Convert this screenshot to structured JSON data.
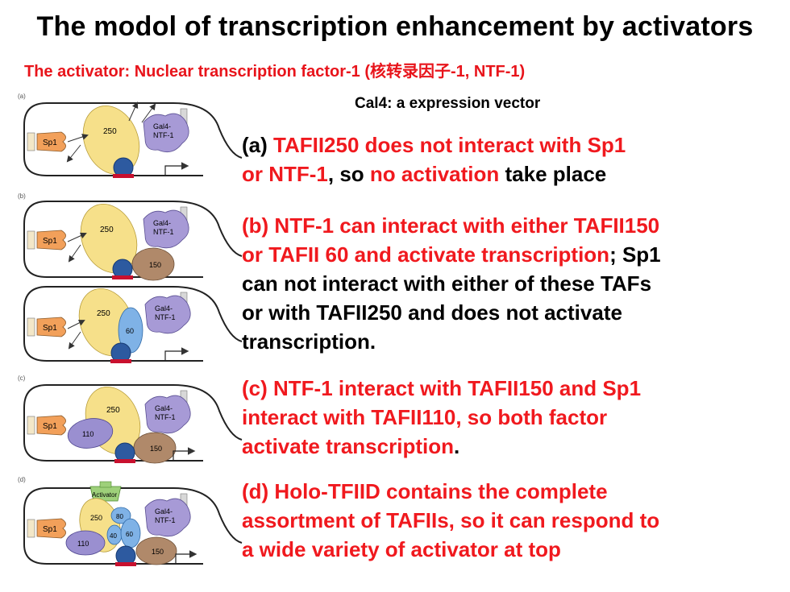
{
  "title": "The modol of transcription enhancement by activators",
  "subtitle": "The activator: Nuclear transcription factor-1 (核转录因子-1, NTF-1)",
  "caption": "Cal4: a expression vector",
  "blocks": {
    "a": {
      "l1": [
        "(a) ",
        "TAFII250 does not interact with Sp1"
      ],
      "l2": [
        "or NTF-1",
        ", so ",
        "no activation",
        " take place"
      ]
    },
    "b": {
      "l1": "(b) NTF-1 can interact with either TAFII150",
      "l2": [
        "or TAFII 60 and activate transcription",
        "; Sp1"
      ],
      "l3": "can not interact with either of these TAFs",
      "l4": "or with TAFII250 and does not activate",
      "l5": "transcription."
    },
    "c": {
      "l1": "(c) NTF-1 interact with TAFII150 and Sp1",
      "l2": "interact with TAFII110, so both factor",
      "l3": [
        "activate transcription",
        "."
      ]
    },
    "d": {
      "l1": "(d) Holo-TFIID contains the complete",
      "l2": "assortment of TAFIIs, so it can respond to",
      "l3": "a wide variety of activator at top"
    }
  },
  "diagram": {
    "panel_labels": [
      "(a)",
      "(b)",
      "(c)",
      "(d)"
    ],
    "sp1": "Sp1",
    "gal4": [
      "Gal4-",
      "NTF-1"
    ],
    "taf250": "250",
    "taf150": "150",
    "taf110": "110",
    "taf60": "60",
    "taf80": "80",
    "taf40": "40",
    "activator": "Activator"
  },
  "colors": {
    "sp1": "#f2a05a",
    "taf250": "#f6e08a",
    "taf150": "#b0896a",
    "taf110": "#9a8fd0",
    "taf60": "#7fb2e6",
    "gal4": "#a79ad6",
    "tbp": "#2d5aa0",
    "activator": "#9ed07a",
    "tata": "#c8102e"
  }
}
